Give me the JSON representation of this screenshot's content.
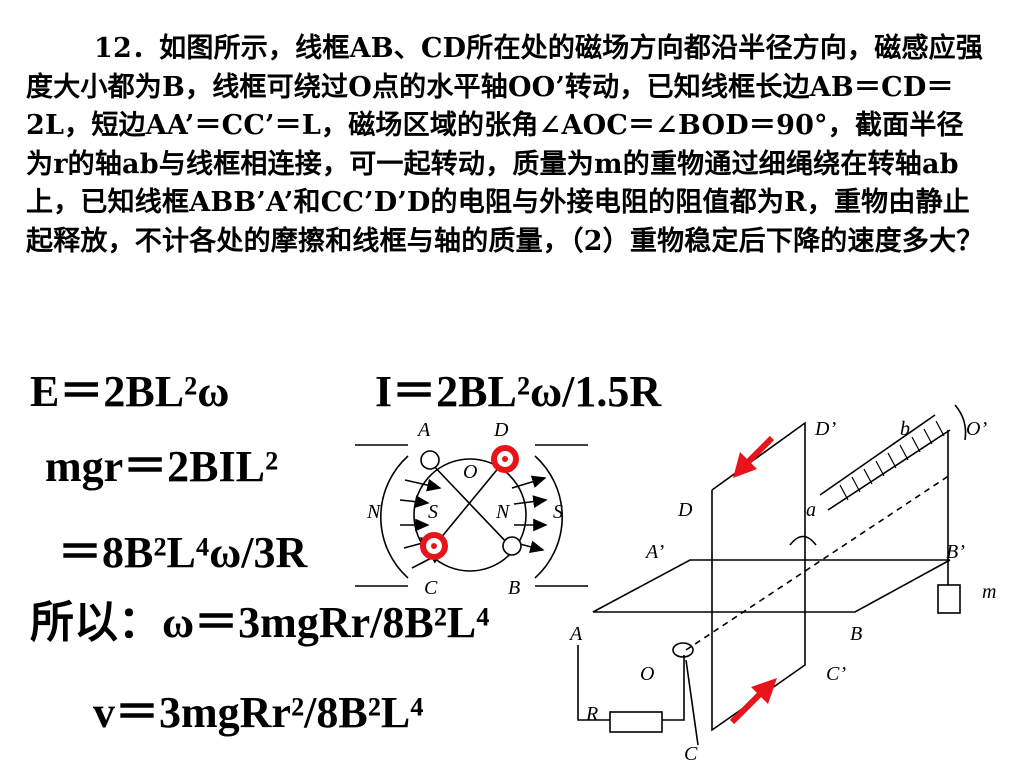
{
  "problem": {
    "text": "12．如图所示，线框AB、CD所在处的磁场方向都沿半径方向，磁感应强度大小都为B，线框可绕过O点的水平轴OO’转动，已知线框长边AB＝CD＝2L，短边AA’＝CC’＝L，磁场区域的张角∠AOC＝∠BOD＝90°，截面半径为r的轴ab与线框相连接，可一起转动，质量为m的重物通过细绳绕在转轴ab上，已知线框ABB’A’和CC’D’D的电阻与外接电阻的阻值都为R，重物由静止起释放，不计各处的摩擦和线框与轴的质量，（2）重物稳定后下降的速度多大？"
  },
  "solution": {
    "emf": "E＝2BL²ω",
    "current": "I＝2BL²ω/1.5R",
    "torque_balance": "mgr＝2BIL²",
    "torque_expanded": "＝8B²L⁴ω/3R",
    "omega_result": "所以：ω＝3mgRr/8B²L⁴",
    "velocity_result": "v＝3mgRr²/8B²L⁴"
  },
  "figure_left": {
    "labels": {
      "A": "A",
      "D": "D",
      "O": "O",
      "N1": "N",
      "S1": "S",
      "N2": "N",
      "S2": "S",
      "C": "C",
      "B": "B"
    },
    "marker_color": "#e8141b"
  },
  "figure_right": {
    "labels": {
      "D_prime": "D’",
      "b": "b",
      "O_prime": "O’",
      "D": "D",
      "a": "a",
      "A_prime": "A’",
      "B_prime": "B’",
      "m": "m",
      "A": "A",
      "B": "B",
      "O": "O",
      "C_prime": "C’",
      "R": "R",
      "C": "C"
    },
    "arrow_color": "#e8141b"
  }
}
